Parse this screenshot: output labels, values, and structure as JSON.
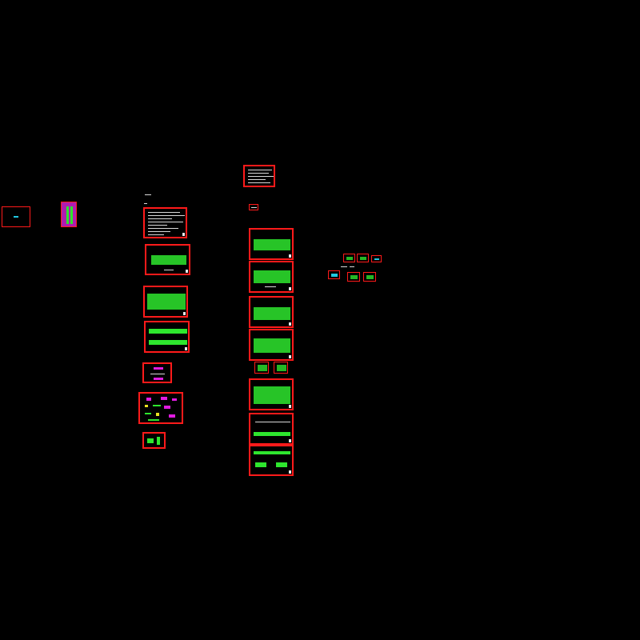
{
  "canvas": {
    "background": "#000000",
    "frame_color": "#ff1a1a"
  },
  "colors": {
    "structure_green": "#2ee62e",
    "text_white": "#e6e6e6",
    "accent_magenta": "#e01ce0",
    "accent_cyan": "#20c8e0",
    "accent_yellow": "#e8e020"
  },
  "sheets": {
    "legend_small": "drawing-sheet",
    "cover": "drawing-sheet",
    "notes": "drawing-sheet",
    "plan": "drawing-sheet"
  }
}
